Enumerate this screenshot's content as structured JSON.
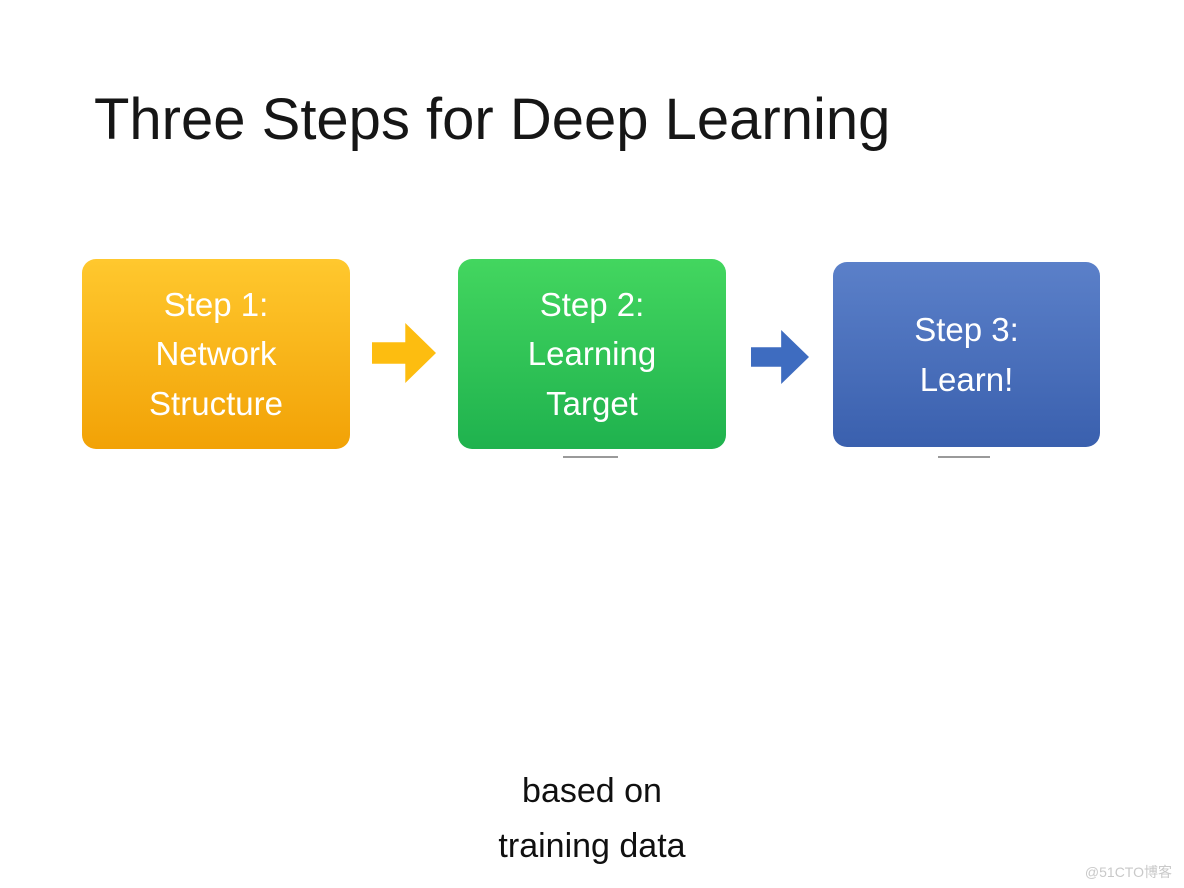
{
  "slide": {
    "title": "Three Steps for Deep Learning",
    "steps": [
      {
        "label": "Step 1:\nNetwork\nStructure",
        "color_top": "#ffc82e",
        "color_bottom": "#f2a206"
      },
      {
        "label": "Step 2:\nLearning\nTarget",
        "color_top": "#43d65f",
        "color_bottom": "#1fb24e"
      },
      {
        "label": "Step 3:\nLearn!",
        "color_top": "#5b80c9",
        "color_bottom": "#3a60ae"
      }
    ],
    "arrows": [
      {
        "color": "#fdbd10"
      },
      {
        "color": "#3e6cc0"
      }
    ],
    "caption": "based on\ntraining data",
    "watermark": "@51CTO博客"
  }
}
